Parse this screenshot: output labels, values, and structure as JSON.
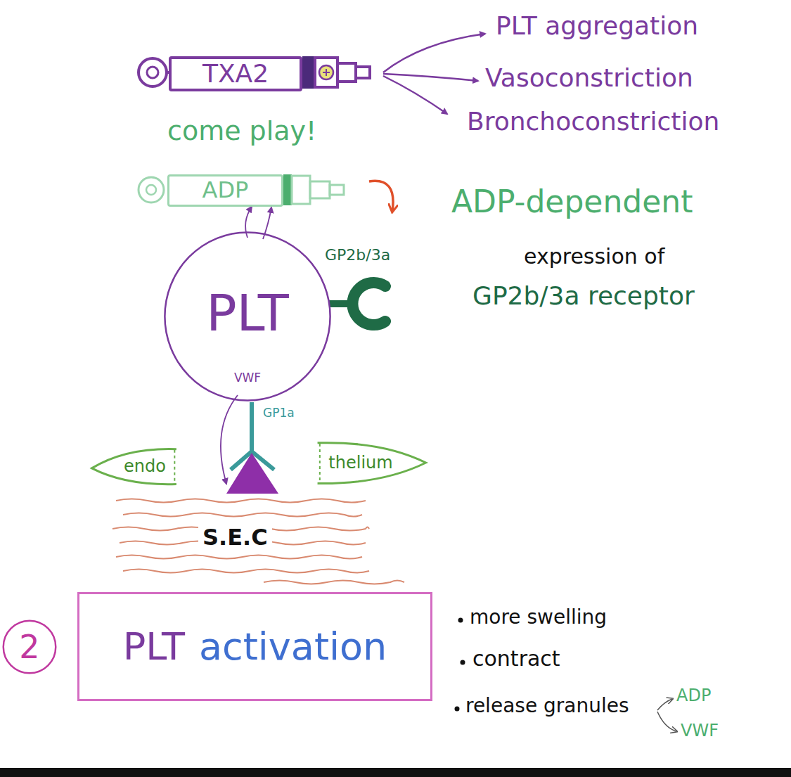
{
  "diagram": {
    "nodes": [
      {
        "text": [
          "TXA2"
        ]
      },
      {
        "text": [
          "ADP"
        ]
      },
      {
        "text": [
          "PLT",
          "VWF"
        ]
      },
      {
        "text": [
          "endo"
        ]
      },
      {
        "text": [
          "thelium"
        ]
      },
      {
        "text": [
          "2"
        ]
      },
      {
        "text": [
          "PLT",
          "activation"
        ]
      }
    ],
    "labels": [
      "PLT aggregation",
      "Vasoconstriction",
      "Bronchoconstriction",
      "come play!",
      "ADP-dependent",
      "expression of",
      "GP2b/3a receptor",
      "GP2b/3a",
      "GP1a",
      "S.E.C",
      "more swelling",
      "contract",
      "release granules",
      "ADP",
      "VWF"
    ]
  }
}
